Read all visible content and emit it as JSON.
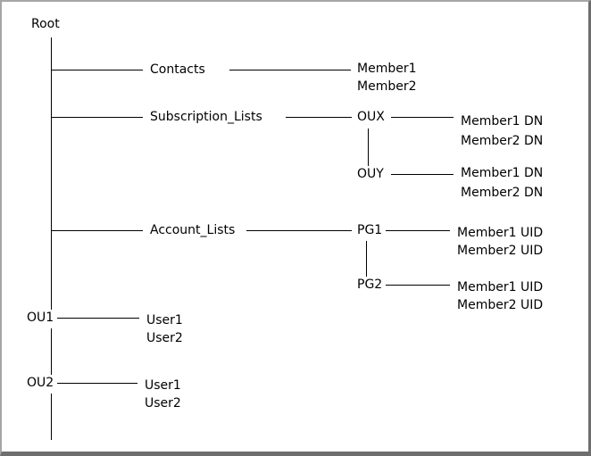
{
  "colors": {
    "background": "#ffffff",
    "line": "#000000",
    "text": "#000000",
    "frame_border": "#808080"
  },
  "tree": {
    "root": "Root",
    "contacts": {
      "label": "Contacts",
      "members": [
        "Member1",
        "Member2"
      ]
    },
    "subscription_lists": {
      "label": "Subscription_Lists",
      "children": [
        {
          "label": "OUX",
          "members": [
            "Member1 DN",
            "Member2 DN"
          ]
        },
        {
          "label": "OUY",
          "members": [
            "Member1 DN",
            "Member2 DN"
          ]
        }
      ]
    },
    "account_lists": {
      "label": "Account_Lists",
      "children": [
        {
          "label": "PG1",
          "members": [
            "Member1 UID",
            "Member2 UID"
          ]
        },
        {
          "label": "PG2",
          "members": [
            "Member1 UID",
            "Member2 UID"
          ]
        }
      ]
    },
    "ou1": {
      "label": "OU1",
      "members": [
        "User1",
        "User2"
      ]
    },
    "ou2": {
      "label": "OU2",
      "members": [
        "User1",
        "User2"
      ]
    }
  }
}
